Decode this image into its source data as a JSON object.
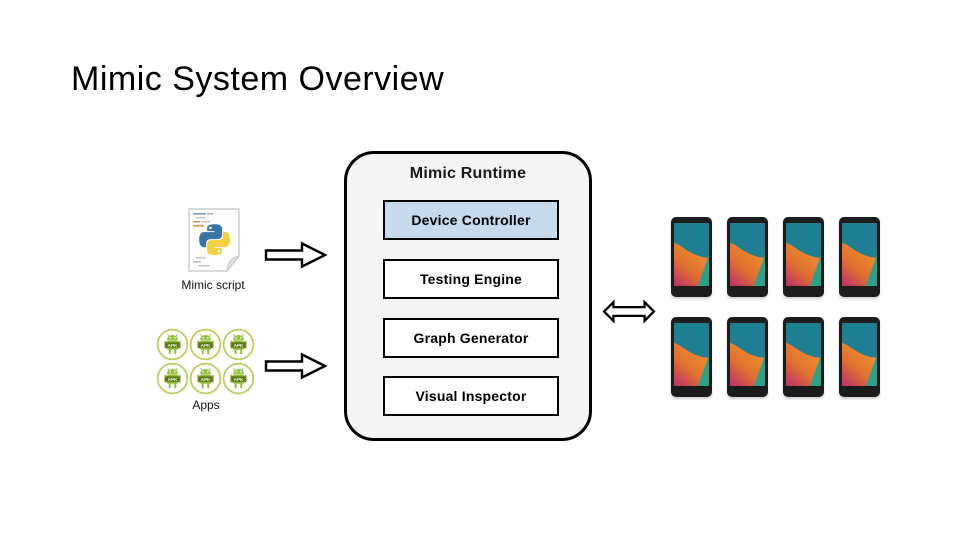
{
  "slide": {
    "title": "Mimic System Overview"
  },
  "inputs": {
    "script": {
      "label": "Mimic script"
    },
    "apps": {
      "label": "Apps",
      "apk_badge": "APK",
      "icon_count": 6
    }
  },
  "runtime": {
    "title": "Mimic Runtime",
    "modules": [
      {
        "label": "Device Controller",
        "fill": "#c7daec"
      },
      {
        "label": "Testing Engine",
        "fill": "#ffffff"
      },
      {
        "label": "Graph Generator",
        "fill": "#ffffff"
      },
      {
        "label": "Visual Inspector",
        "fill": "#ffffff"
      }
    ]
  },
  "devices": {
    "count": 8,
    "rows": 2,
    "cols": 4
  },
  "colors": {
    "module_highlight": "#c7daec",
    "runtime_fill": "#f4f4f4",
    "phone_teal": "#1e7e92",
    "phone_orange": "#ee8c2d",
    "phone_crimson": "#c23a5f",
    "phone_wedge": "#2ca189",
    "apk_green": "#94c13d",
    "python_blue": "#3973a7",
    "python_yellow": "#f6cf41"
  }
}
